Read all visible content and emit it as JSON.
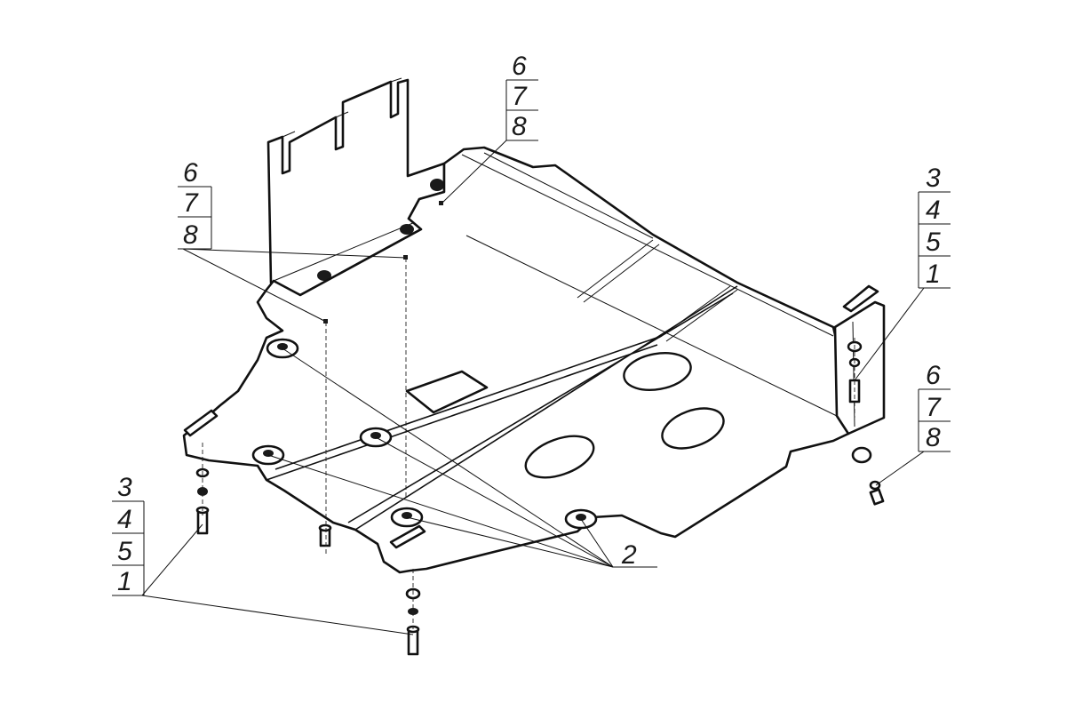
{
  "callouts": {
    "top_center": [
      "6",
      "7",
      "8"
    ],
    "top_left": [
      "6",
      "7",
      "8"
    ],
    "right_upper": [
      "3",
      "4",
      "5",
      "1"
    ],
    "right_lower": [
      "6",
      "7",
      "8"
    ],
    "bottom_left": [
      "3",
      "4",
      "5",
      "1"
    ],
    "bottom_right": [
      "2"
    ]
  }
}
